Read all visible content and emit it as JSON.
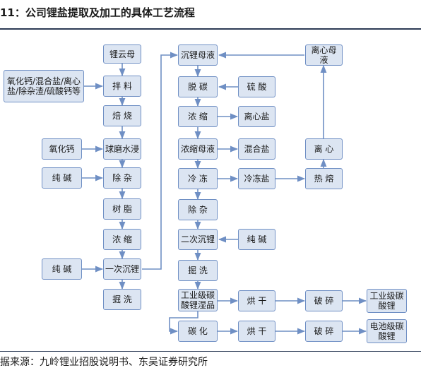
{
  "title": "11：公司锂盐提取及加工的具体工艺流程",
  "source": "据来源：九岭锂业招股说明书、东吴证券研究所",
  "colors": {
    "box_fill": "#dce5f2",
    "box_border": "#6f8fc4",
    "arrow": "#6f8fc4",
    "rule": "#2b3a55"
  },
  "nodes": {
    "n1": "锂云母",
    "n2": "拌 料",
    "n3": "焙 烧",
    "n4": "球磨水浸",
    "n5": "除 杂",
    "n6": "树 脂",
    "n7": "浓 缩",
    "n8": "一次沉锂",
    "n9": "掘 洗",
    "a1": "氧化钙/混合盐/离心盐/除杂渣/硫酸钙等",
    "a2": "氧化钙",
    "a3": "纯 碱",
    "a4": "纯 碱",
    "m1": "沉锂母液",
    "m2": "脱 碳",
    "m3": "浓 缩",
    "m4": "浓缩母液",
    "m5": "冷 冻",
    "m6": "除 杂",
    "m7": "二次沉锂",
    "m8": "掘 洗",
    "m9": "工业级碳酸锂湿品",
    "m10": "碳 化",
    "s1": "硫 酸",
    "s2": "离心盐",
    "s3": "混合盐",
    "s4": "冷冻盐",
    "s5": "纯 碱",
    "r1": "离心母液",
    "r2": "离 心",
    "r3": "热 熔",
    "d1": "烘 干",
    "d2": "破 碎",
    "d3": "工业级碳酸锂",
    "e1": "烘 干",
    "e2": "破 碎",
    "e3": "电池级碳酸锂"
  }
}
